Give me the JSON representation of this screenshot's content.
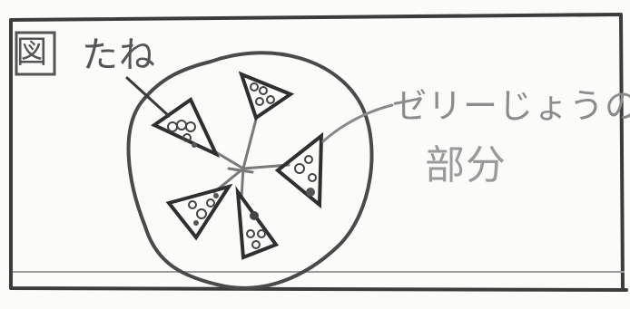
{
  "labels": {
    "figure_mark": "図",
    "seed": "たね",
    "jelly_part_line1": "ゼリーじょうの",
    "jelly_part_line2": "部分"
  },
  "colors": {
    "pencil": "#5a5a5a",
    "pencil_light": "#8a8a8a",
    "paper": "#fbfbf9"
  }
}
